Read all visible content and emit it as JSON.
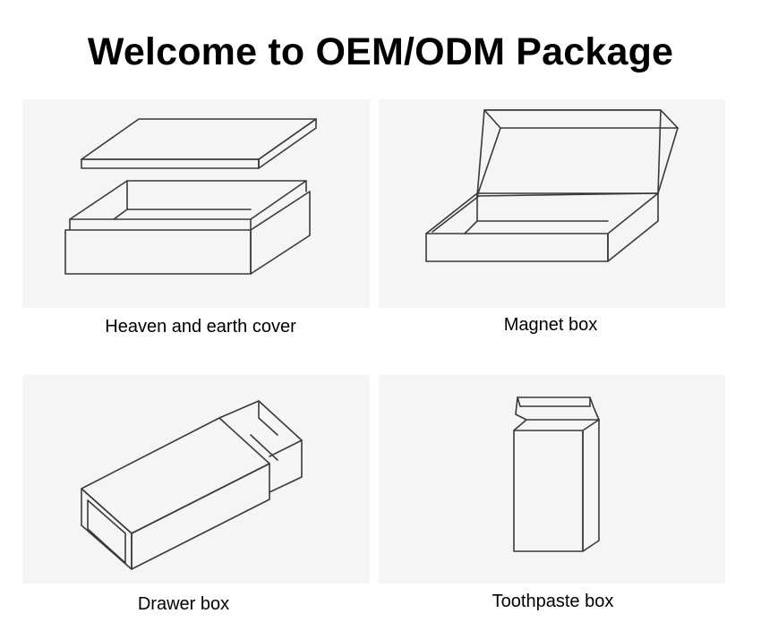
{
  "header": {
    "title": "Welcome to OEM/ODM Package"
  },
  "boxes": [
    {
      "caption": "Heaven and earth cover",
      "icon": "lid-and-base-box-icon"
    },
    {
      "caption": "Magnet box",
      "icon": "magnetic-flip-box-icon"
    },
    {
      "caption": "Drawer box",
      "icon": "drawer-box-icon"
    },
    {
      "caption": "Toothpaste box",
      "icon": "tuck-end-box-icon"
    }
  ],
  "colors": {
    "panel_background": "#f5f5f5",
    "line": "#3a3a3a",
    "text": "#000000"
  }
}
